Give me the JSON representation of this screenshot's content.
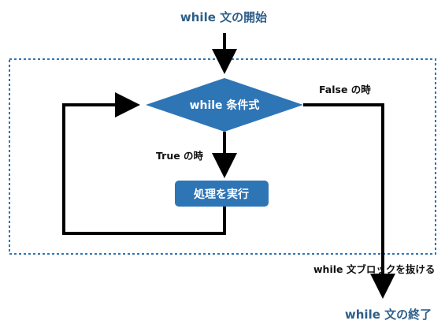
{
  "diagram": {
    "start_label": "while 文の開始",
    "end_label": "while 文の終了",
    "condition_node": "while 条件式",
    "process_node": "処理を実行",
    "true_label": "True の時",
    "false_label": "False の時",
    "exit_label": "while 文ブロックを抜ける"
  },
  "colors": {
    "node_fill": "#2e75b6",
    "title_text": "#2d5f8a",
    "dashed_border": "#2e75b6",
    "arrow": "#000000"
  }
}
